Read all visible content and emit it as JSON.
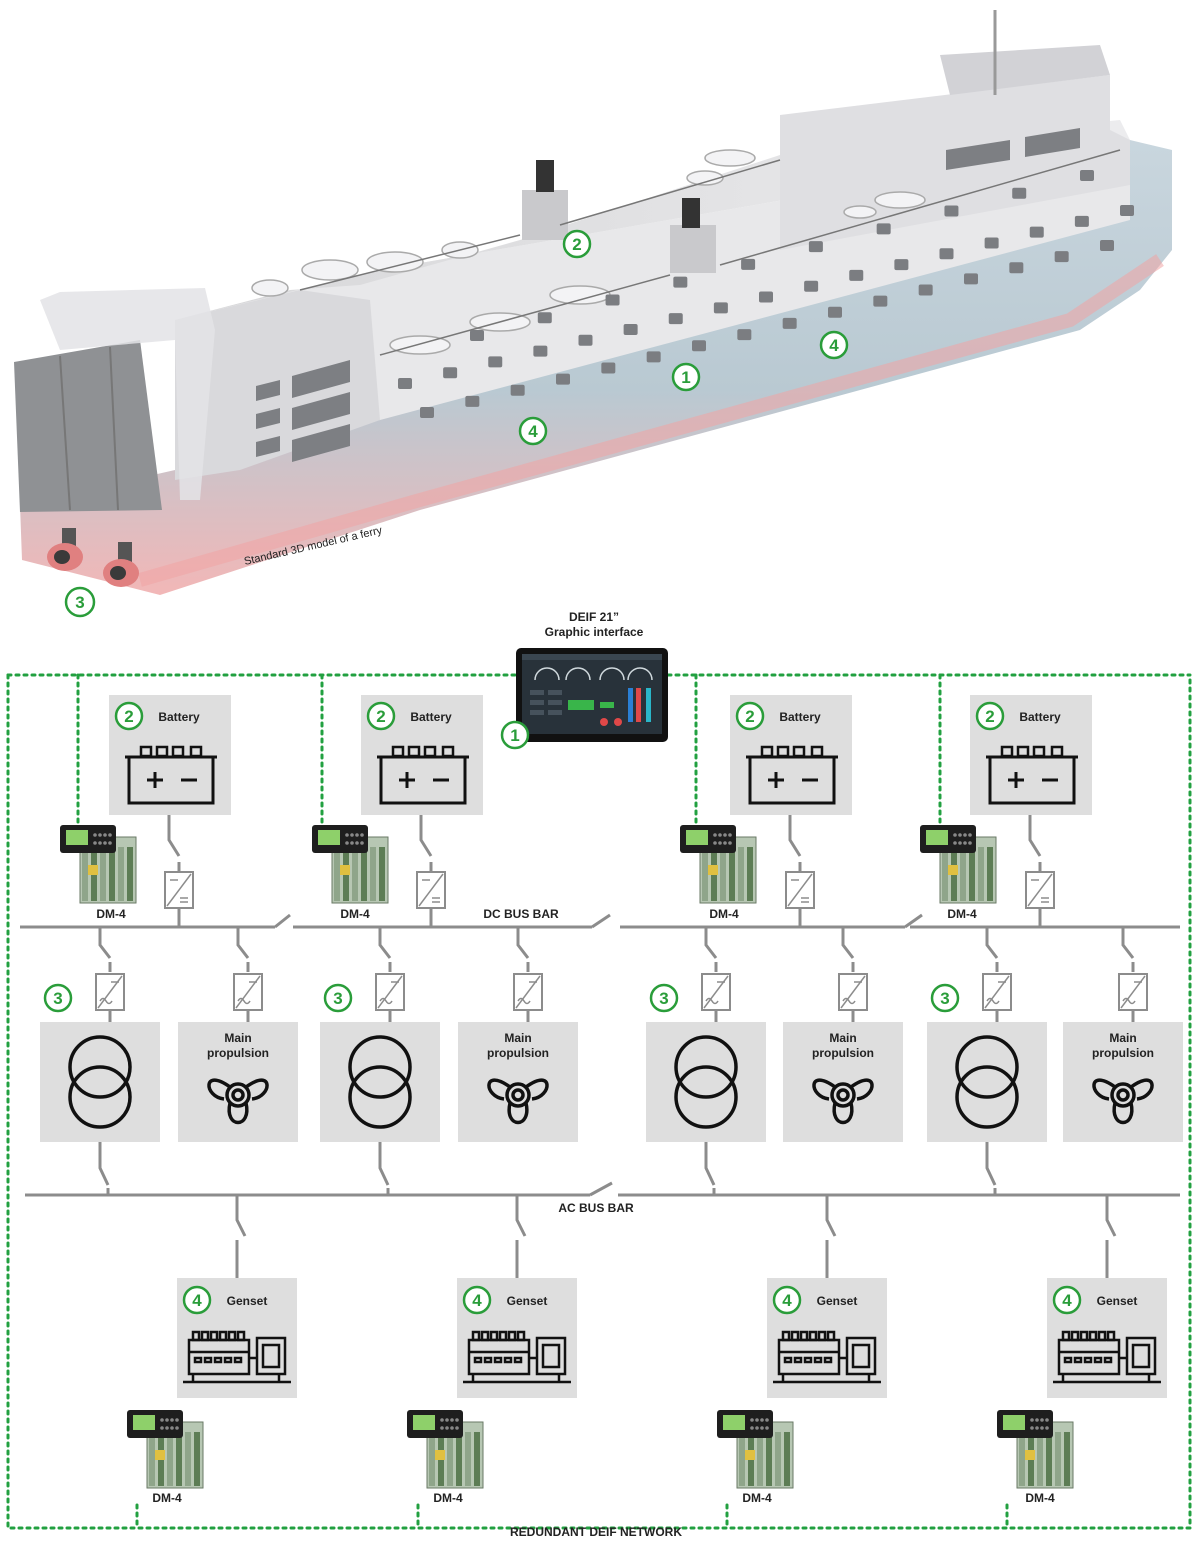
{
  "ship": {
    "caption": "Standard 3D model of a ferry",
    "markers": [
      "1",
      "2",
      "3",
      "4",
      "4"
    ]
  },
  "hmi": {
    "title_line1": "DEIF 21”",
    "title_line2": "Graphic interface",
    "number": "1"
  },
  "dc_bus": {
    "label": "DC BUS BAR"
  },
  "ac_bus": {
    "label": "AC BUS BAR"
  },
  "network": {
    "label": "REDUNDANT DEIF NETWORK"
  },
  "battery": {
    "label": "Battery",
    "number": "2"
  },
  "converter": {
    "number": "3"
  },
  "propulsion": {
    "label_line1": "Main",
    "label_line2": "propulsion"
  },
  "genset": {
    "label": "Genset",
    "number": "4"
  },
  "controller": {
    "label": "DM-4"
  },
  "colors": {
    "accent": "#2a9d3a",
    "box": "#dedede",
    "line": "#8c8c8c"
  }
}
